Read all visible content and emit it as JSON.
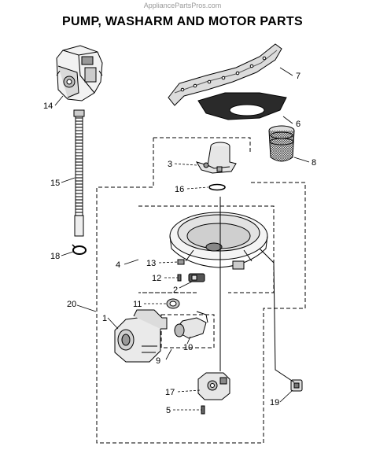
{
  "watermark": "AppliancePartsPros.com",
  "title": "PUMP, WASHARM AND MOTOR PARTS",
  "callouts": {
    "c1": "1",
    "c2": "2",
    "c3": "3",
    "c4": "4",
    "c5": "5",
    "c6": "6",
    "c7": "7",
    "c8": "8",
    "c9": "9",
    "c10": "10",
    "c11": "11",
    "c12": "12",
    "c13": "13",
    "c14": "14",
    "c15": "15",
    "c16": "16",
    "c17": "17",
    "c18": "18",
    "c19": "19",
    "c20": "20"
  }
}
